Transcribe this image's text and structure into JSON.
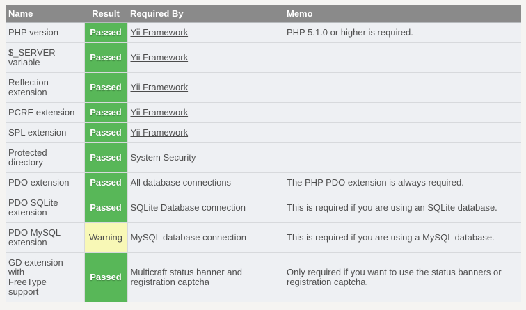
{
  "theme": {
    "page_bg": "#f5f4f2",
    "header_bg": "#8a8a8a",
    "header_text": "#ffffff",
    "row_bg": "#eef0f3",
    "row_border": "#d7d9dc",
    "text": "#4f4f4f",
    "link": "#4c4c4c",
    "passed_bg": "#58b758",
    "passed_text": "#ffffff",
    "warning_bg": "#f8f8b6",
    "warning_text": "#4f4f4f"
  },
  "table": {
    "columns": [
      {
        "key": "name",
        "label": "Name"
      },
      {
        "key": "result",
        "label": "Result"
      },
      {
        "key": "required_by",
        "label": "Required By"
      },
      {
        "key": "memo",
        "label": "Memo"
      }
    ],
    "rows": [
      {
        "name": "PHP version",
        "result": "Passed",
        "status": "passed",
        "required_by": "Yii Framework",
        "required_by_link": true,
        "memo": "PHP 5.1.0 or higher is required."
      },
      {
        "name": "$_SERVER\nvariable",
        "result": "Passed",
        "status": "passed",
        "required_by": "Yii Framework",
        "required_by_link": true,
        "memo": ""
      },
      {
        "name": "Reflection\nextension",
        "result": "Passed",
        "status": "passed",
        "required_by": "Yii Framework",
        "required_by_link": true,
        "memo": ""
      },
      {
        "name": "PCRE extension",
        "result": "Passed",
        "status": "passed",
        "required_by": "Yii Framework",
        "required_by_link": true,
        "memo": ""
      },
      {
        "name": "SPL extension",
        "result": "Passed",
        "status": "passed",
        "required_by": "Yii Framework",
        "required_by_link": true,
        "memo": ""
      },
      {
        "name": "Protected\ndirectory",
        "result": "Passed",
        "status": "passed",
        "required_by": "System Security",
        "required_by_link": false,
        "memo": ""
      },
      {
        "name": "PDO extension",
        "result": "Passed",
        "status": "passed",
        "required_by": "All database connections",
        "required_by_link": false,
        "memo": "The PHP PDO extension is always required."
      },
      {
        "name": "PDO SQLite\nextension",
        "result": "Passed",
        "status": "passed",
        "required_by": "SQLite Database connection",
        "required_by_link": false,
        "memo": "This is required if you are using an SQLite database."
      },
      {
        "name": "PDO MySQL\nextension",
        "result": "Warning",
        "status": "warning",
        "required_by": "MySQL database connection",
        "required_by_link": false,
        "memo": "This is required if you are using a MySQL database."
      },
      {
        "name": "GD extension\nwith\nFreeType\nsupport",
        "result": "Passed",
        "status": "passed",
        "required_by": "Multicraft status banner and\nregistration captcha",
        "required_by_link": false,
        "memo": "Only required if you want to use the status banners or\nregistration captcha."
      }
    ]
  }
}
